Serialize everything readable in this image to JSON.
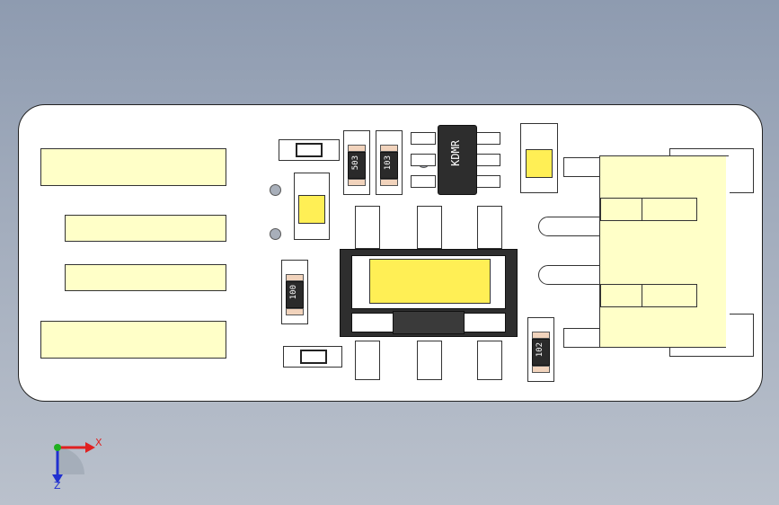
{
  "board": {
    "color": "#ffffff",
    "pad_color": "#ffffc8",
    "highlight_color": "#ffef55"
  },
  "chips": {
    "transistor_label": "KDMR",
    "resistor_a_label": "503",
    "resistor_b_label": "103",
    "resistor_c_label": "100",
    "resistor_d_label": "102"
  },
  "axes": {
    "x_label": "X",
    "y_label": "Z",
    "x_color": "#e02020",
    "y_color": "#2030d0",
    "origin_color": "#20b020"
  }
}
